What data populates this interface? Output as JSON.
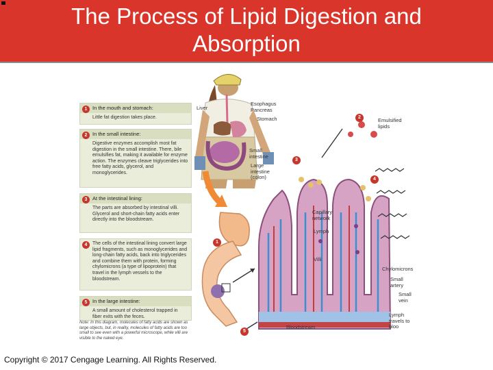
{
  "slide": {
    "title_line1": "The Process of Lipid Digestion and",
    "title_line2": "Absorption",
    "copyright": "Copyright © 2017 Cengage Learning. All Rights Reserved."
  },
  "steps": [
    {
      "num": "1",
      "head": "In the mouth and stomach:",
      "body": "Little fat digestion takes place."
    },
    {
      "num": "2",
      "head": "In the small intestine:",
      "body": "Digestive enzymes accomplish most fat digestion in the small intestine. There, bile emulsifies fat, making it available for enzyme action. The enzymes cleave triglycerides into free fatty acids, glycerol, and monoglycerides."
    },
    {
      "num": "3",
      "head": "At the intestinal lining:",
      "body": "The parts are absorbed by intestinal villi. Glycerol and short-chain fatty acids enter directly into the bloodstream."
    },
    {
      "num": "4",
      "head": "The cells of the intestinal lining convert large lipid fragments, such as monoglycerides and long-chain fatty acids, back into triglycerides and combine them with protein, forming chylomicrons (a type of lipoprotein) that travel in the lymph vessels to the bloodstream.",
      "body": ""
    },
    {
      "num": "5",
      "head": "In the large intestine:",
      "body": "A small amount of cholesterol trapped in fiber exits with the feces."
    }
  ],
  "note": "Note: In this diagram, molecules of fatty acids are shown as large objects, but, in reality, molecules of fatty acids are too small to see even with a powerful microscope, while villi are visible to the naked eye.",
  "labels": {
    "liver": "Liver",
    "esophagus": "Esophagus",
    "pancreas": "Pancreas",
    "stomach": "Stomach",
    "small_intestine": "Small intestine",
    "large_intestine": "Large intestine (colon)",
    "emulsified_lipids": "Emulsified lipids",
    "capillary_network": "Capillary network",
    "lymph": "Lymph",
    "villi": "Villi",
    "chylomicrons": "Chylomicrons",
    "small_artery": "Small artery",
    "small_vein": "Small vein",
    "lymph_travels": "Lymph travels to bloo",
    "bloodstream": "Bloodstream"
  },
  "badges": {
    "b1": "1",
    "b2": "2",
    "b3": "3",
    "b4": "4",
    "b5": "5"
  },
  "colors": {
    "header": "#d9352a",
    "step_bg": "#e9edda",
    "badge": "#c7352b",
    "villus": "#d6a3c4",
    "capillary": "#3a8fd1"
  }
}
